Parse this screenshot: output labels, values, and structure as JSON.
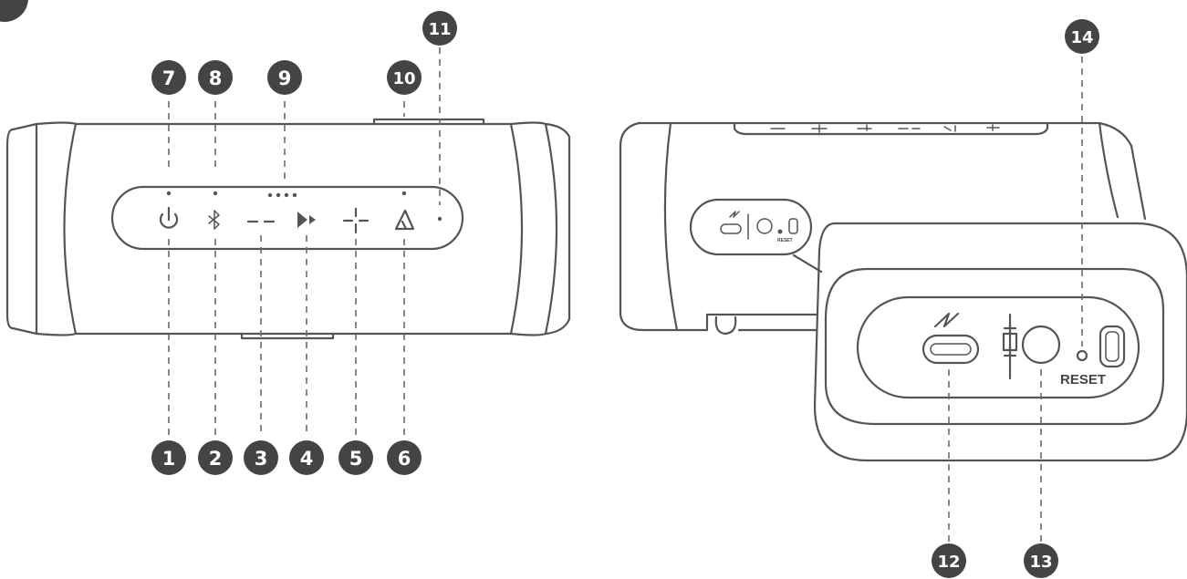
{
  "callouts": {
    "c1": "1",
    "c2": "2",
    "c3": "3",
    "c4": "4",
    "c5": "5",
    "c6": "6",
    "c7": "7",
    "c8": "8",
    "c9": "9",
    "c10": "10",
    "c11": "11",
    "c12": "12",
    "c13": "13",
    "c14": "14"
  },
  "port_panel": {
    "reset_label": "RESET"
  },
  "colors": {
    "line": "#555555",
    "badge": "#444444",
    "badge_text": "#ffffff",
    "background": "#ffffff"
  },
  "icons": {
    "power": "power-icon",
    "bluetooth": "bluetooth-icon",
    "volume_down": "volume-down-icon",
    "play": "play-pause-icon",
    "volume_up": "volume-up-icon",
    "auracast": "auracast-icon",
    "usb_c": "usb-c-port-icon",
    "aux_jack": "audio-jack-icon",
    "reset": "reset-pinhole-icon",
    "strap": "strap-loop-icon"
  }
}
